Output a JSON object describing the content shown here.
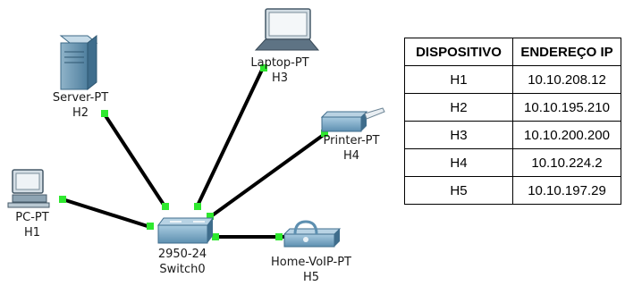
{
  "diagram": {
    "devices": {
      "server": {
        "model": "Server-PT",
        "host": "H2"
      },
      "laptop": {
        "model": "Laptop-PT",
        "host": "H3"
      },
      "printer": {
        "model": "Printer-PT",
        "host": "H4"
      },
      "pc": {
        "model": "PC-PT",
        "host": "H1"
      },
      "switch": {
        "model": "2950-24",
        "name": "Switch0"
      },
      "voip": {
        "model": "Home-VoIP-PT",
        "host": "H5"
      }
    },
    "link_color": "#000000",
    "port_color": "#2ee82e"
  },
  "table": {
    "headers": [
      "DISPOSITIVO",
      "ENDEREÇO IP"
    ],
    "rows": [
      [
        "H1",
        "10.10.208.12"
      ],
      [
        "H2",
        "10.10.195.210"
      ],
      [
        "H3",
        "10.10.200.200"
      ],
      [
        "H4",
        "10.10.224.2"
      ],
      [
        "H5",
        "10.10.197.29"
      ]
    ]
  }
}
